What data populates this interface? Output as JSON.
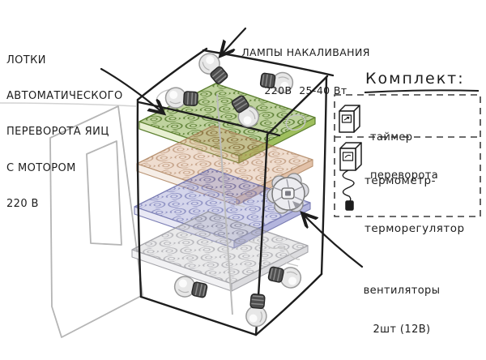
{
  "labels": {
    "trays": {
      "lines": [
        "ЛОТКИ",
        "АВТОМАТИЧЕСКОГО",
        "ПЕРЕВОРОТА ЯИЦ",
        "С МОТОРОМ",
        "220 В"
      ]
    },
    "lamps": {
      "lines": [
        "ЛАМПЫ НАКАЛИВАНИЯ",
        "220В  25-40 Вт"
      ]
    },
    "fans": {
      "lines": [
        "вентиляторы",
        "2шт (12В)"
      ]
    }
  },
  "kit": {
    "heading": "Комплект:",
    "items": [
      {
        "icon": "timer-device-icon",
        "line1": "таймер",
        "line2": "переворота"
      },
      {
        "icon": "thermostat-device-icon",
        "line1": "термометр-",
        "line2": "терморегулятор"
      }
    ]
  },
  "colors": {
    "ink": "#1d1d1d",
    "pencil": "#b5b5b5",
    "tray_green": "#8aad4e",
    "tray_tan": "#cf9a72",
    "tray_blue": "#9093cc",
    "tray_gray": "#c2c2c6"
  },
  "icons": {
    "bulb": "light-bulb-icon",
    "fan": "fan-icon",
    "door": "door-panel-icon",
    "tray": "egg-tray-icon"
  }
}
